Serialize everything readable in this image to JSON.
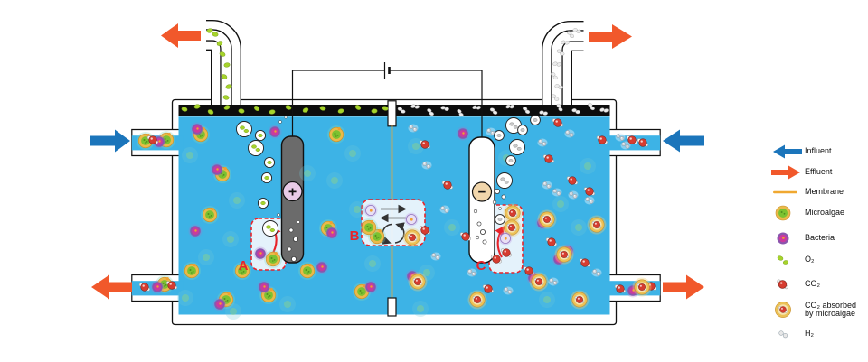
{
  "figure": {
    "type": "two-chamber microbial electrolysis cell with microalgae",
    "labels": {
      "a": "A",
      "b": "B",
      "c": "C",
      "anode_sign": "+",
      "cathode_sign": "−"
    }
  },
  "colors": {
    "water": "#3db3e6",
    "headspace": "#0d0d0d",
    "tank_outline": "#111111",
    "membrane": "#f0a830",
    "influent_arrow": "#1b75bb",
    "effluent_arrow": "#f1582b",
    "annotation_red": "#e8232a",
    "anode_body": "#6b6b6b",
    "cathode_body": "#ffffff",
    "anode_sign_bg": "#e9cbe7",
    "cathode_sign_bg": "#f1d6ab",
    "algae_ring": "#eaba4a",
    "algae_center": "#7cc230",
    "bacteria": "#cb3a9e",
    "oxygen": "#a6d32b",
    "co2": "#d63c30",
    "h2": "#ccd6de"
  },
  "legend": {
    "items": [
      {
        "icon": "influent-arrow",
        "label": "Influent"
      },
      {
        "icon": "effluent-arrow",
        "label": "Effluent"
      },
      {
        "icon": "membrane-line",
        "label": "Membrane"
      },
      {
        "icon": "microalgae",
        "label": "Microalgae"
      },
      {
        "icon": "bacteria",
        "label": "Bacteria"
      },
      {
        "icon": "oxygen",
        "label": "O₂"
      },
      {
        "icon": "carbon-dioxide",
        "label": "CO₂"
      },
      {
        "icon": "algae-co2",
        "label": "CO₂ absorbed by microalgae"
      },
      {
        "icon": "hydrogen",
        "label": "H₂"
      }
    ]
  }
}
